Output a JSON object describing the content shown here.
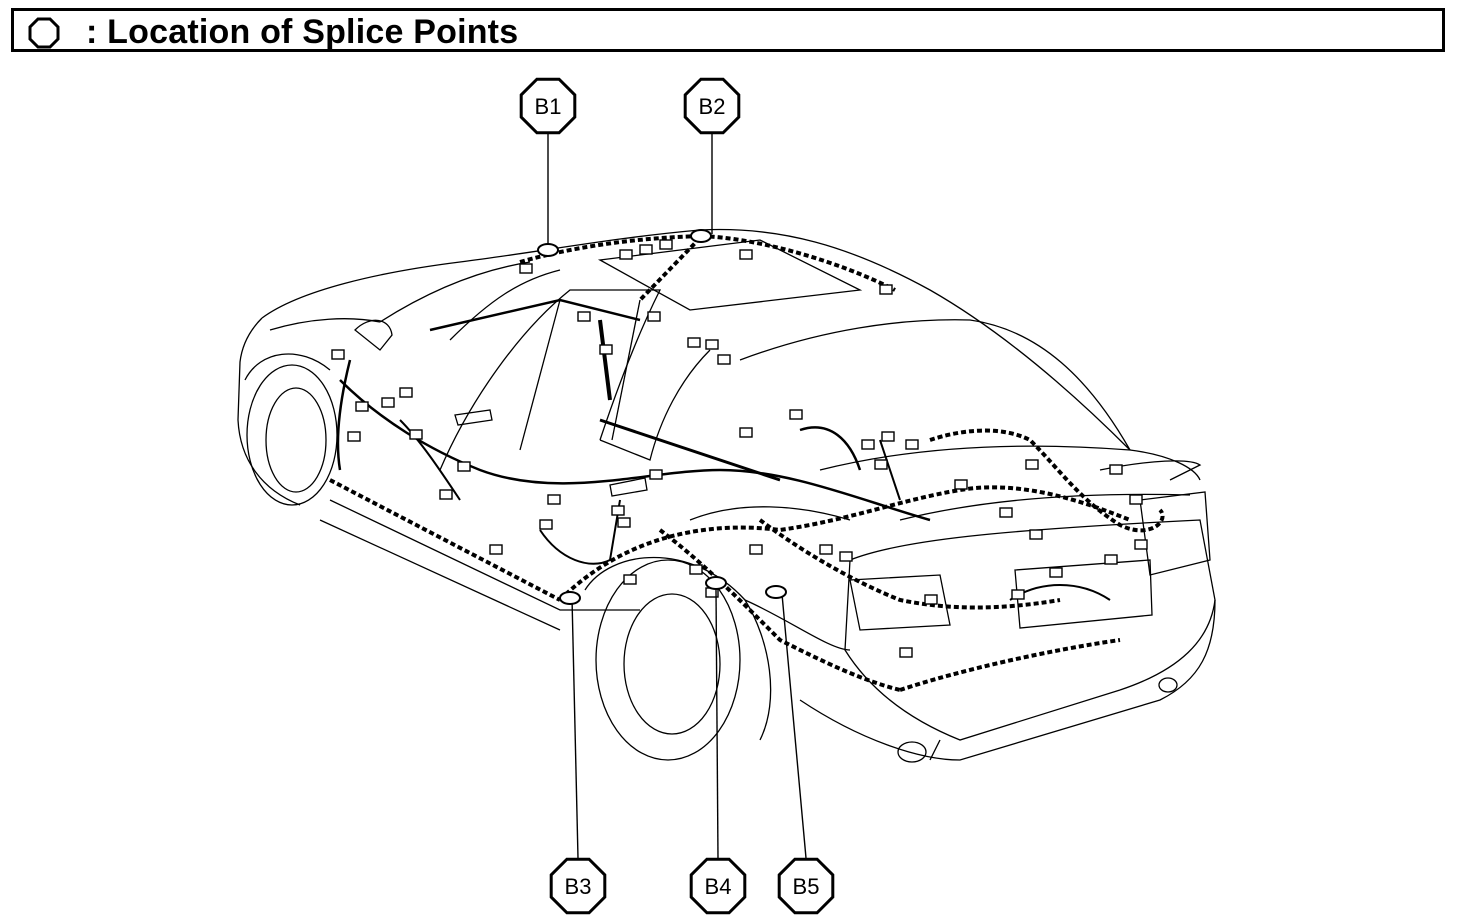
{
  "header": {
    "icon": "octagon-icon",
    "title": ": Location of Splice Points"
  },
  "splices": [
    {
      "id": "B1",
      "label": "B1"
    },
    {
      "id": "B2",
      "label": "B2"
    },
    {
      "id": "B3",
      "label": "B3"
    },
    {
      "id": "B4",
      "label": "B4"
    },
    {
      "id": "B5",
      "label": "B5"
    }
  ],
  "colors": {
    "ink": "#000000",
    "paper": "#ffffff"
  }
}
